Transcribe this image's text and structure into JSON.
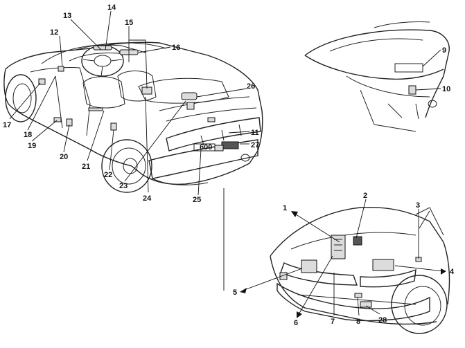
{
  "labels": {
    "1": "1",
    "2": "2",
    "3": "3",
    "4": "4",
    "5": "5",
    "6": "6",
    "7": "7",
    "8": "8",
    "9": "9",
    "10": "10",
    "11": "11",
    "12": "12",
    "13": "13",
    "14": "14",
    "15": "15",
    "16": "16",
    "17": "17",
    "18": "18",
    "19": "19",
    "20": "20",
    "21": "21",
    "22": "22",
    "23": "23",
    "24": "24",
    "25": "25",
    "26": "26",
    "27": "27",
    "28": "28"
  },
  "plate_text": "600"
}
